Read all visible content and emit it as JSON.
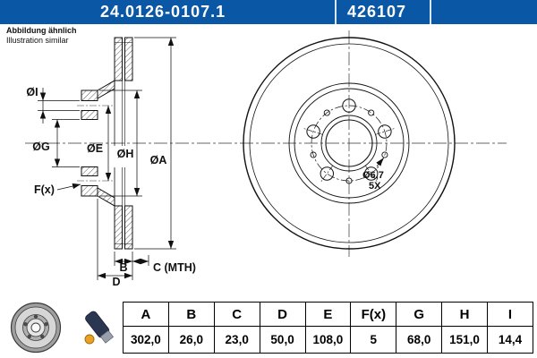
{
  "header": {
    "part_number": "24.0126-0107.1",
    "reference_number": "426107"
  },
  "note": {
    "line1": "Abbildung ähnlich",
    "line2": "Illustration similar"
  },
  "drawing": {
    "labels": {
      "dia_i": "ØI",
      "dia_g": "ØG",
      "dia_e": "ØE",
      "dia_h": "ØH",
      "dia_a": "ØA",
      "f_x": "F(x)",
      "b": "B",
      "c_mth": "C (MTH)",
      "d": "D",
      "hole_dia": "Ø6,7",
      "hole_count": "5X"
    }
  },
  "table": {
    "headers": [
      "A",
      "B",
      "C",
      "D",
      "E",
      "F(x)",
      "G",
      "H",
      "I"
    ],
    "values": [
      "302,0",
      "26,0",
      "23,0",
      "50,0",
      "108,0",
      "5",
      "68,0",
      "151,0",
      "14,4"
    ]
  },
  "colors": {
    "header_blue": "#0a58a5",
    "line_black": "#111111",
    "accent_orange": "#eba224"
  }
}
